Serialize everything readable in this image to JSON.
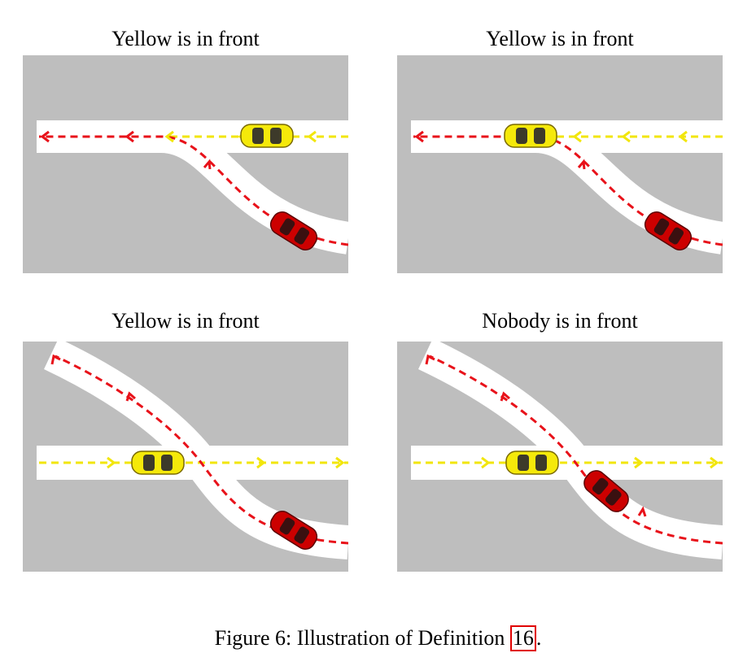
{
  "panels": [
    {
      "title": "Yellow is in front"
    },
    {
      "title": "Yellow is in front"
    },
    {
      "title": "Yellow is in front"
    },
    {
      "title": "Nobody is in front"
    }
  ],
  "caption": {
    "prefix": "Figure 6: Illustration of Definition ",
    "ref": "16",
    "suffix": "."
  },
  "colors": {
    "background": "#bebebe",
    "road": "#ffffff",
    "red_car": "#cc0000",
    "yellow_car": "#f5e90a",
    "red_path": "#e8121a",
    "yellow_path": "#f2e60c"
  }
}
